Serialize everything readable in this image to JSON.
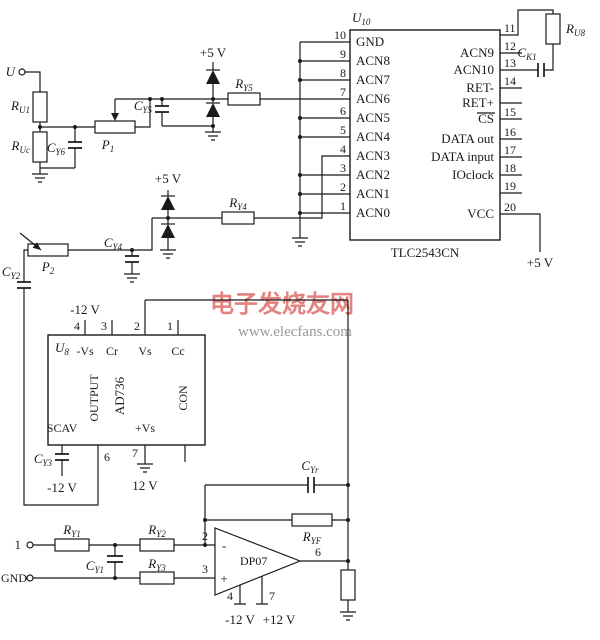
{
  "terminals": {
    "u": "U",
    "one": "1",
    "gnd": "GND"
  },
  "supplies": {
    "p5_top": "+5 V",
    "p5_mid": "+5 V",
    "p5_adc": "+5 V",
    "n12_u8_top": "-12 V",
    "n12_u8_bot": "-12 V",
    "p12_u8": "12 V",
    "n12_op": "-12 V",
    "p12_op": "+12 V"
  },
  "components": {
    "ru1": {
      "main": "R",
      "sub": "U1"
    },
    "ruc": {
      "main": "R",
      "sub": "Uc"
    },
    "cy6": {
      "main": "C",
      "sub": "Y6"
    },
    "p1": {
      "main": "P",
      "sub": "1"
    },
    "cy5": {
      "main": "C",
      "sub": "Y5"
    },
    "ry5": {
      "main": "R",
      "sub": "Y5"
    },
    "ry4": {
      "main": "R",
      "sub": "Y4"
    },
    "cy4": {
      "main": "C",
      "sub": "Y4"
    },
    "p2": {
      "main": "P",
      "sub": "2"
    },
    "cy2": {
      "main": "C",
      "sub": "Y2"
    },
    "cy3": {
      "main": "C",
      "sub": "Y3"
    },
    "ck1": {
      "main": "C",
      "sub": "K1"
    },
    "ru8": {
      "main": "R",
      "sub": "U8"
    },
    "cyr": {
      "main": "C",
      "sub": "Yr"
    },
    "ryf": {
      "main": "R",
      "sub": "YF"
    },
    "ry1": {
      "main": "R",
      "sub": "Y1"
    },
    "ry2": {
      "main": "R",
      "sub": "Y2"
    },
    "ry3": {
      "main": "R",
      "sub": "Y3"
    },
    "cy1": {
      "main": "C",
      "sub": "Y1"
    }
  },
  "adc": {
    "designator": {
      "main": "U",
      "sub": "10"
    },
    "part": "TLC2543CN",
    "left_pins": [
      {
        "num": "10",
        "label": "GND"
      },
      {
        "num": "9",
        "label": "ACN8"
      },
      {
        "num": "8",
        "label": "ACN7"
      },
      {
        "num": "7",
        "label": "ACN6"
      },
      {
        "num": "6",
        "label": "ACN5"
      },
      {
        "num": "5",
        "label": "ACN4"
      },
      {
        "num": "4",
        "label": "ACN3"
      },
      {
        "num": "3",
        "label": "ACN2"
      },
      {
        "num": "2",
        "label": "ACN1"
      },
      {
        "num": "1",
        "label": "ACN0"
      }
    ],
    "right_pins": [
      {
        "num": "11",
        "label": ""
      },
      {
        "num": "12",
        "label": "ACN9"
      },
      {
        "num": "13",
        "label": "ACN10"
      },
      {
        "num": "14",
        "label": "RET-"
      },
      {
        "num": "",
        "label": "RET+"
      },
      {
        "num": "15",
        "label": "CS"
      },
      {
        "num": "16",
        "label": "DATA out"
      },
      {
        "num": "17",
        "label": "DATA input"
      },
      {
        "num": "18",
        "label": "IOclock"
      },
      {
        "num": "19",
        "label": ""
      },
      {
        "num": "20",
        "label": "VCC"
      }
    ]
  },
  "rms": {
    "designator": {
      "main": "U",
      "sub": "8"
    },
    "part": "AD736",
    "pins": {
      "neg_vs": "-Vs",
      "cr": "Cr",
      "vs": "Vs",
      "cc": "Cc",
      "output": "OUTPUT",
      "scav": "SCAV",
      "pos_vs": "+Vs",
      "con": "CON"
    },
    "nums": {
      "p4": "4",
      "p3": "3",
      "p2": "2",
      "p1": "1",
      "p6": "6",
      "p7": "7"
    }
  },
  "opamp": {
    "part": "DP07",
    "minus": "-",
    "plus": "+",
    "nums": {
      "inv": "2",
      "noninv": "3",
      "out": "6",
      "vneg": "4",
      "vpos": "7"
    }
  },
  "watermark": {
    "title": "电子发烧友网",
    "url": "www.elecfans.com"
  },
  "colors": {
    "wire": "#1a1a1a",
    "watermark": "#d9534f"
  }
}
